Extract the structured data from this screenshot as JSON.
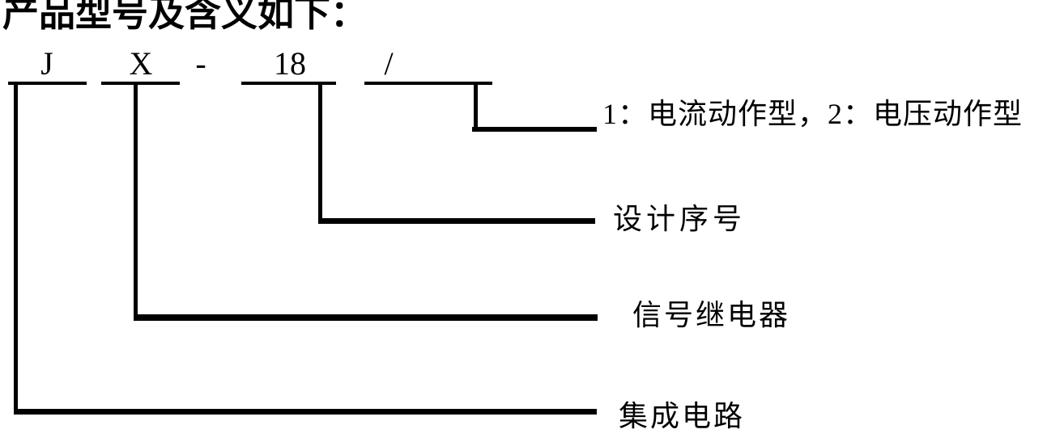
{
  "title": "产品型号及含义如下：",
  "model_code": {
    "parts": [
      "J",
      "X",
      "-",
      "18",
      "/"
    ]
  },
  "legend": [
    {
      "label": "1：电流动作型，2：电压动作型"
    },
    {
      "label": "设计序号"
    },
    {
      "label": "信号继电器"
    },
    {
      "label": "集成电路"
    }
  ],
  "colors": {
    "ink": "#000000",
    "background": "#ffffff"
  }
}
